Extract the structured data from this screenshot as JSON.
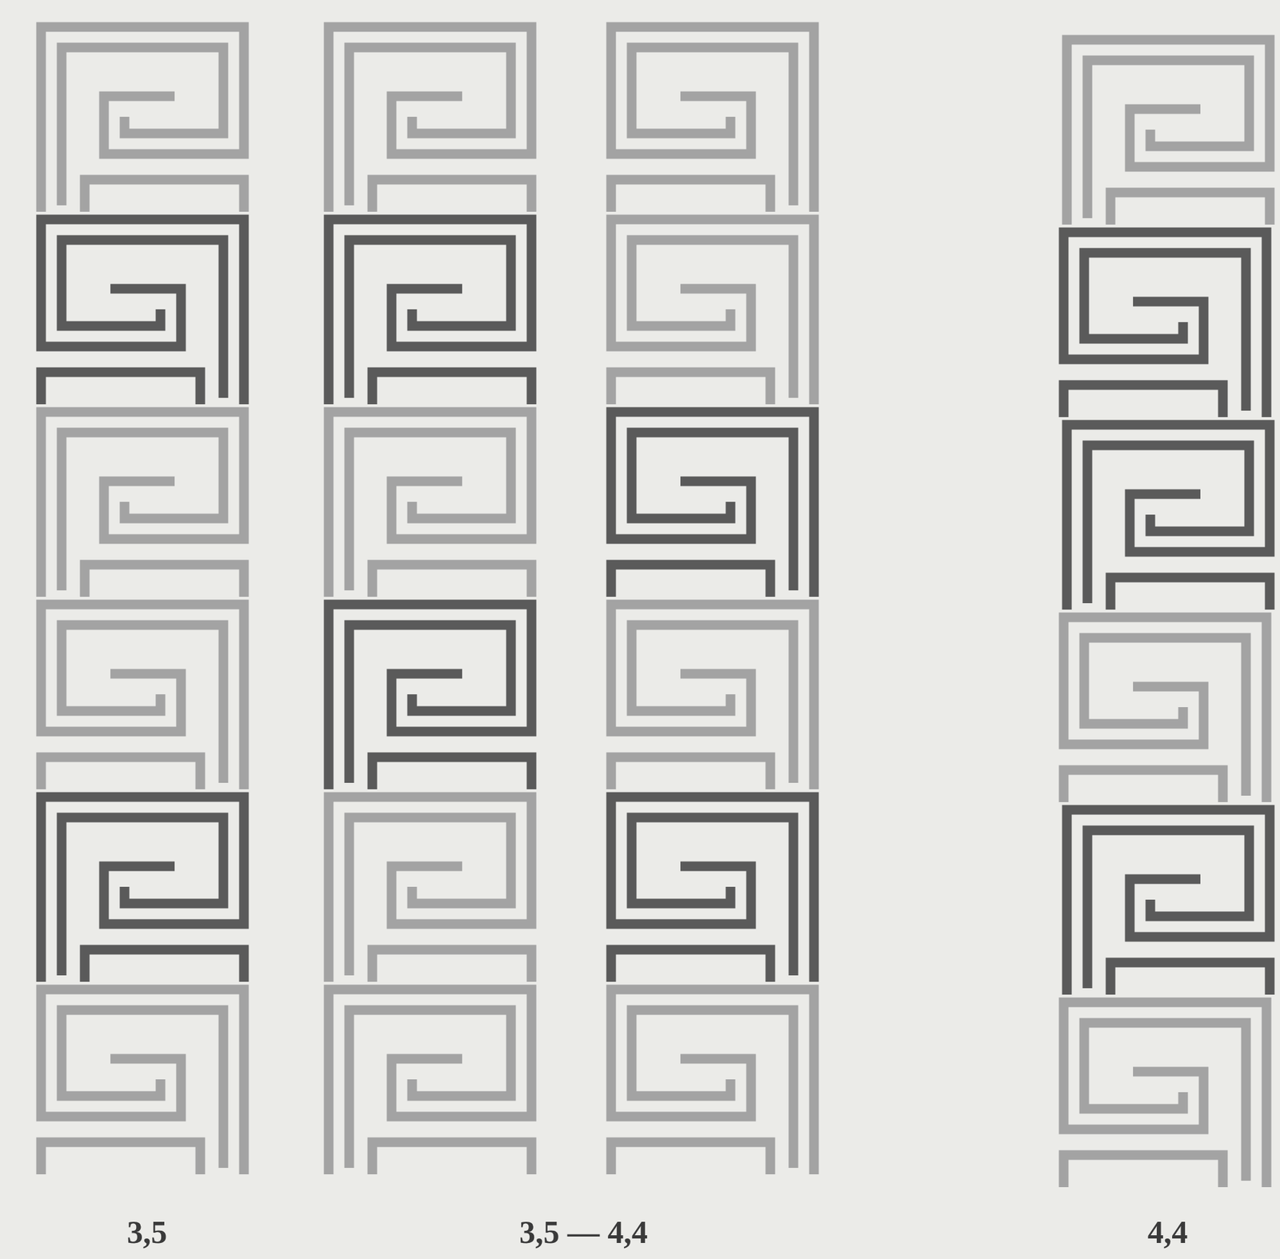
{
  "diagram": {
    "labels": [
      "3,5",
      "3,5 — 4,4",
      "4,4"
    ]
  }
}
